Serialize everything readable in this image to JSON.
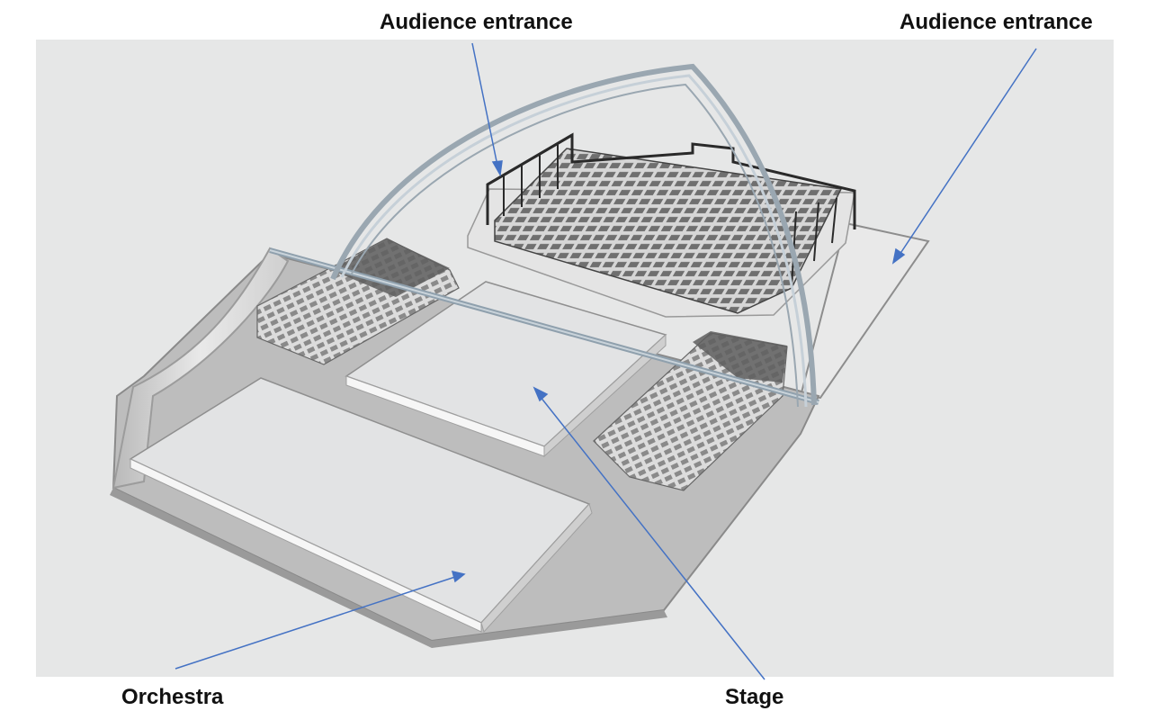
{
  "labels": {
    "audience_entrance_left": "Audience entrance",
    "audience_entrance_right": "Audience entrance",
    "orchestra": "Orchestra",
    "stage": "Stage"
  },
  "colors": {
    "backdrop": "#e6e7e7",
    "floor": "#bdbdbd",
    "platform": "#e2e3e4",
    "platform_edge": "#f4f4f4",
    "seat": "#6f6f6f",
    "truss": "#a9b4bd",
    "pointer": "#4472c4"
  },
  "elements": [
    "backdrop",
    "venue-floor",
    "canopy-wall",
    "orchestra-platform",
    "stage-platform",
    "rear-grandstand",
    "left-seating-block",
    "right-seating-block",
    "truss-arch",
    "roof-beam",
    "entrance-ramp"
  ]
}
